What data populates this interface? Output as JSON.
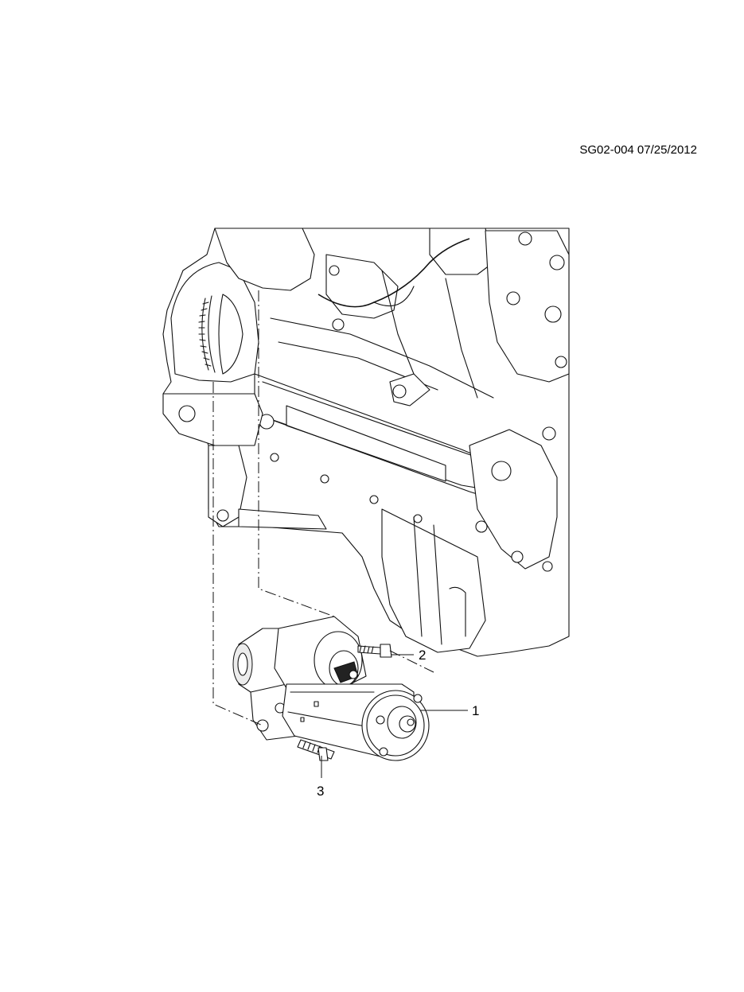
{
  "drawing": {
    "doc_code": "SG02-004 07/25/2012",
    "callouts": [
      {
        "number": "1"
      },
      {
        "number": "2"
      },
      {
        "number": "3"
      }
    ]
  }
}
